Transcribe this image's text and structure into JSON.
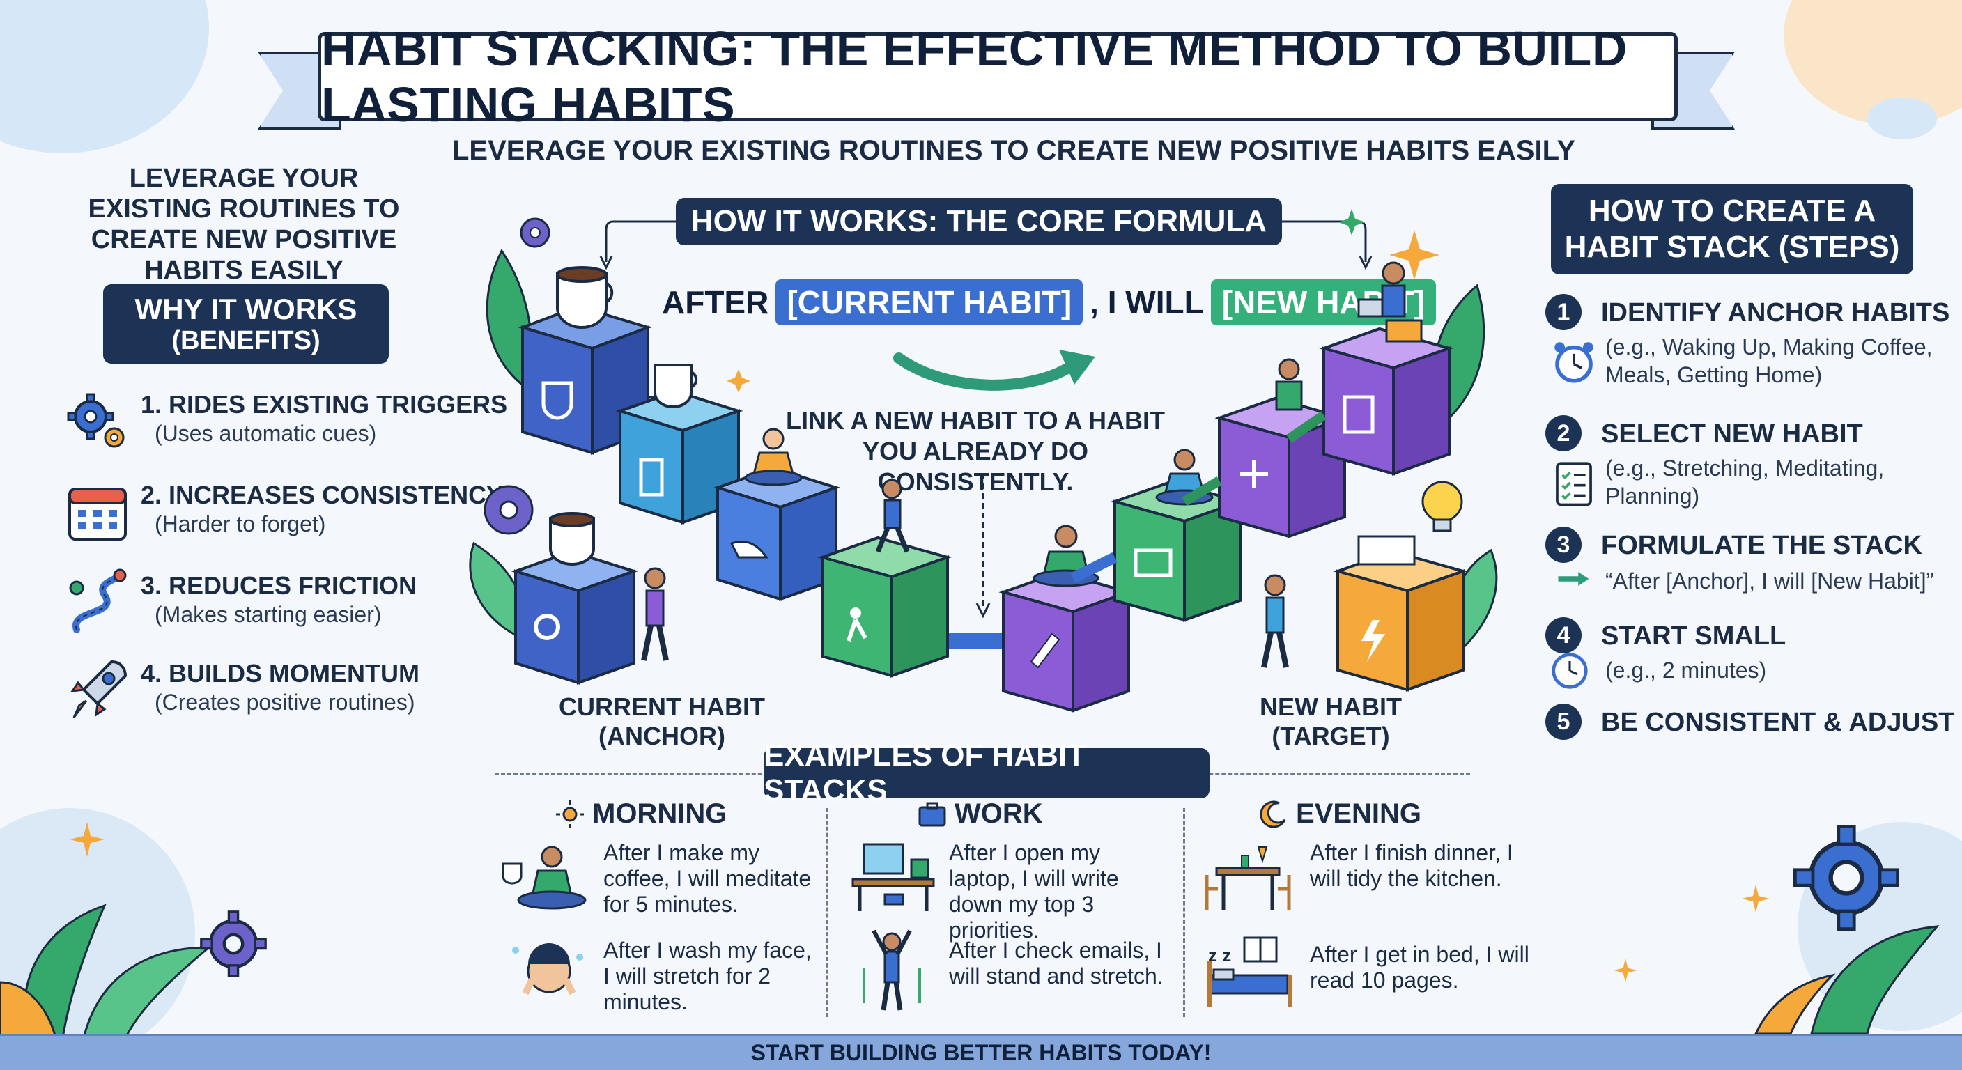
{
  "title": "HABIT STACKING: THE EFFECTIVE METHOD TO BUILD LASTING HABITS",
  "subtitle": "LEVERAGE YOUR EXISTING ROUTINES TO CREATE NEW POSITIVE HABITS EASILY",
  "left": {
    "intro": "LEVERAGE YOUR EXISTING ROUTINES TO CREATE NEW POSITIVE HABITS EASILY",
    "why_title": "WHY IT WORKS",
    "why_sub": "(BENEFITS)",
    "benefits": [
      {
        "title": "1. RIDES EXISTING TRIGGERS",
        "desc": "(Uses automatic cues)",
        "icon": "gears-icon"
      },
      {
        "title": "2. INCREASES CONSISTENCY",
        "desc": "(Harder to forget)",
        "icon": "calendar-icon"
      },
      {
        "title": "3. REDUCES FRICTION",
        "desc": "(Makes starting easier)",
        "icon": "path-icon"
      },
      {
        "title": "4. BUILDS MOMENTUM",
        "desc": "(Creates positive routines)",
        "icon": "rocket-icon"
      }
    ]
  },
  "center": {
    "how_title": "HOW IT WORKS: THE CORE FORMULA",
    "formula_after": "AFTER",
    "formula_current": "[CURRENT HABIT]",
    "formula_will": ", I WILL",
    "formula_new": "[NEW HABIT]",
    "link_text": "LINK A NEW HABIT TO A HABIT YOU ALREADY DO CONSISTENTLY.",
    "current_label_1": "CURRENT HABIT",
    "current_label_2": "(ANCHOR)",
    "new_label_1": "NEW HABIT",
    "new_label_2": "(TARGET)"
  },
  "right": {
    "title_1": "HOW TO CREATE A",
    "title_2": "HABIT STACK (STEPS)",
    "steps": [
      {
        "num": "1",
        "title": "IDENTIFY ANCHOR HABITS",
        "desc": "(e.g., Waking Up, Making Coffee, Meals, Getting Home)"
      },
      {
        "num": "2",
        "title": "SELECT NEW HABIT",
        "desc": "(e.g., Stretching, Meditating, Planning)"
      },
      {
        "num": "3",
        "title": "FORMULATE THE STACK",
        "desc": "“After [Anchor], I will [New Habit]”"
      },
      {
        "num": "4",
        "title": "START SMALL",
        "desc": "(e.g., 2 minutes)"
      },
      {
        "num": "5",
        "title": "BE CONSISTENT & ADJUST",
        "desc": ""
      }
    ]
  },
  "examples": {
    "heading": "EXAMPLES OF HABIT STACKS",
    "morning": {
      "title": "MORNING",
      "items": [
        "After I make my coffee, I will meditate for 5 minutes.",
        "After I wash my face, I will stretch for 2 minutes."
      ]
    },
    "work": {
      "title": "WORK",
      "items": [
        "After I open my laptop, I will write down my top 3 priorities.",
        "After I check emails, I will stand and stretch."
      ]
    },
    "evening": {
      "title": "EVENING",
      "items": [
        "After I finish dinner, I will tidy the kitchen.",
        "After I get in bed, I will read 10 pages."
      ]
    }
  },
  "footer": "START BUILDING BETTER HABITS TODAY!",
  "colors": {
    "navy": "#1d3355",
    "blue": "#3a6fd1",
    "green": "#34b07a",
    "purple": "#8b5cd6",
    "orange": "#f5a93a",
    "background": "#f4f8fc"
  }
}
